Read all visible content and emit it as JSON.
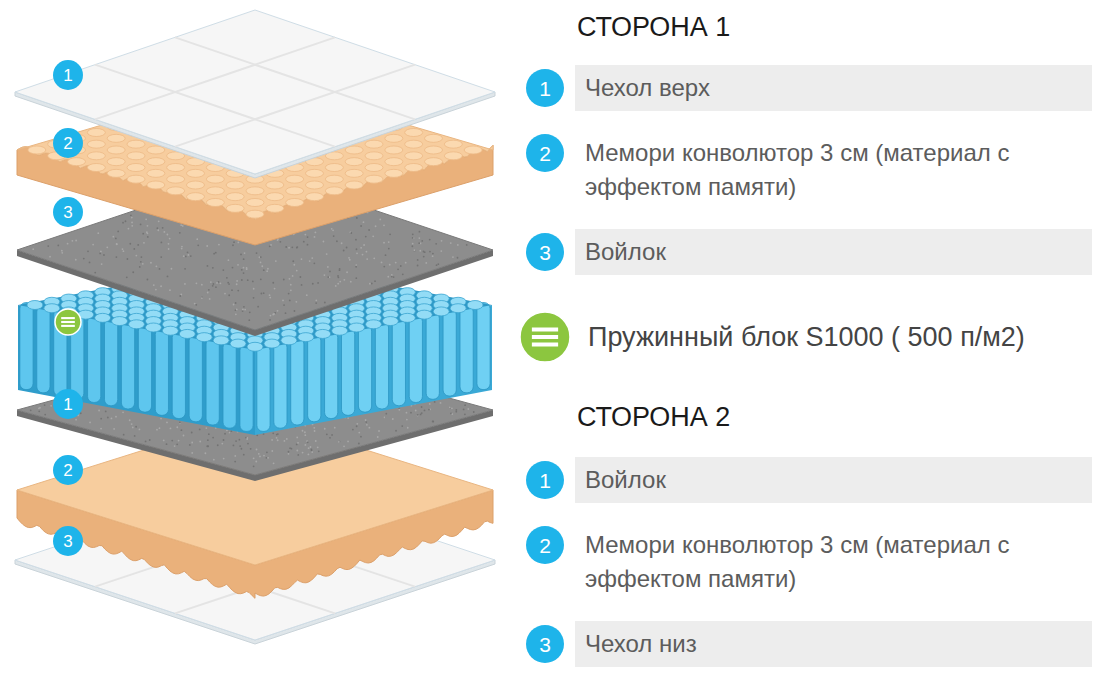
{
  "diagram": {
    "nodes": [
      {
        "text": [
          "1"
        ]
      },
      {
        "text": [
          "2"
        ]
      },
      {
        "text": [
          "3"
        ]
      },
      {
        "text": [
          "1"
        ]
      },
      {
        "text": [
          "2"
        ]
      },
      {
        "text": [
          "3"
        ]
      },
      {
        "text": [
          "1"
        ]
      },
      {
        "text": [
          "Чехол верх"
        ]
      },
      {
        "text": [
          "2"
        ]
      },
      {
        "text": [
          "3"
        ]
      },
      {
        "text": [
          "Войлок"
        ]
      },
      {
        "text": [
          "1"
        ]
      },
      {
        "text": [
          "Войлок"
        ]
      },
      {
        "text": [
          "2"
        ]
      },
      {
        "text": [
          "3"
        ]
      },
      {
        "text": [
          "Чехол низ"
        ]
      }
    ],
    "labels": [
      "СТОРОНА 1",
      "Мемори конволютор 3 см (материал с эффектом памяти)",
      "Пружинный блок S1000 ( 500 п/м2)",
      "СТОРОНА 2",
      "Мемори конволютор 3 см (материал с эффектом памяти)"
    ]
  }
}
